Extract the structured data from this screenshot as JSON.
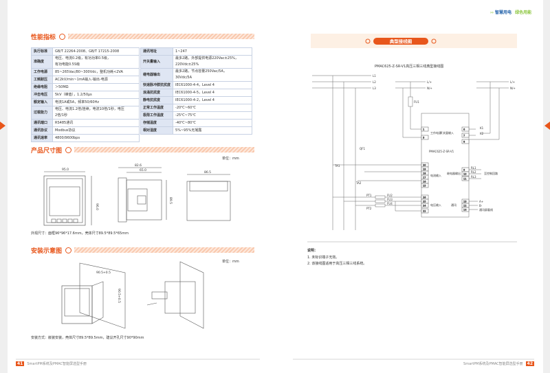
{
  "header": {
    "brand1": "智慧用电",
    "brand2": "绿色用能",
    "chevrons": "››"
  },
  "left": {
    "spec_title": "性能指标",
    "spec_left": [
      {
        "k": "执行标准",
        "v": [
          "GB/T 22264-2008、GB/T 17215-2008"
        ]
      },
      {
        "k": "准确度",
        "v": [
          "电压、电流0.2级，有功功率0.5级，",
          "有功电能0.5S级"
        ]
      },
      {
        "k": "工作电源",
        "v": [
          "85~265Vac/80~300Vdc，整机功耗<2VA"
        ]
      },
      {
        "k": "工频耐压",
        "v": [
          "AC2kV/min~1mA输入-输出-电源"
        ]
      },
      {
        "k": "绝缘电阻",
        "v": [
          "＞50MΩ"
        ]
      },
      {
        "k": "冲击电压",
        "v": [
          "5kV（峰值），1.2/50μs"
        ]
      },
      {
        "k": "额定输入",
        "v": [
          "电流1A或5A，频率50/60Hz"
        ]
      },
      {
        "k": "过载能力",
        "v": [
          "电压、电流1.2倍/连续，电流10倍/1秒，电压",
          "2倍/1秒"
        ]
      },
      {
        "k": "通讯端口",
        "v": [
          "RS485通讯"
        ]
      },
      {
        "k": "通讯协议",
        "v": [
          "Modbus协议"
        ]
      },
      {
        "k": "通讯速率",
        "v": [
          "4800/9600bps"
        ]
      }
    ],
    "spec_right": [
      {
        "k": "通讯地址",
        "v": [
          "1~247"
        ]
      },
      {
        "k": "开关量输入",
        "v": [
          "最多2路，外部提供电源220Vac±25%，",
          "220Vdc±25%"
        ]
      },
      {
        "k": "继电器输出",
        "v": [
          "最多2路，节点容量250Vac/5A，",
          "30Vdc/5A"
        ]
      },
      {
        "k": "快速脉冲群抗扰度",
        "v": [
          "IEC61000-4-4，Level 4"
        ]
      },
      {
        "k": "浪涌抗扰度",
        "v": [
          "IEC61000-4-5，Level 4"
        ]
      },
      {
        "k": "静电抗扰度",
        "v": [
          "IEC61000-4-2，Level 4"
        ]
      },
      {
        "k": "正常工作温度",
        "v": [
          "-20℃~60℃"
        ]
      },
      {
        "k": "极限工作温度",
        "v": [
          "-25℃~75℃"
        ]
      },
      {
        "k": "存储温度",
        "v": [
          "-40℃~80℃"
        ]
      },
      {
        "k": "相对湿度",
        "v": [
          "5%~95%无凝露"
        ]
      }
    ],
    "dim_title": "产品尺寸图",
    "unit": "单位：mm",
    "dims": {
      "front_w": "95.0",
      "front_h": "96.0",
      "side_w1": "82.6",
      "side_w2": "65.0",
      "side_h": "89.5",
      "top_w": "86.5"
    },
    "dim_note": "外观尺寸：面框96*96*17.6mm，壳体尺寸89.5*89.5*65mm",
    "install_title": "安装示意图",
    "install_dims": {
      "w": "90.5+0.5",
      "h": "90.5+0.5"
    },
    "install_note": "安装方式：嵌装安装，壳体尺寸89.5*89.5mm，建议开孔尺寸90*90mm",
    "page_no": "41",
    "footer": "SmartPM系统及PMAC智能屏选型手册"
  },
  "right": {
    "title": "典型接线图",
    "diagram_title": "PMAC625-Z-SR-V1高压三相三线典型接线图",
    "device": "PMAC625-Z-SR-V1",
    "labels": {
      "L1": "L1",
      "L2": "L2",
      "L3": "L3",
      "L": "L/+",
      "N": "N/+",
      "FU1": "FU1",
      "FU2": "FU2",
      "FU3": "FU3",
      "FU4": "FU4",
      "QF1": "QF1",
      "TA1": "TA1",
      "TA2": "TA2",
      "PT1": "PT1",
      "PT2": "PT2",
      "K1": "K1",
      "K2": "K2",
      "RL1": "RL1",
      "RL2": "RL2",
      "RL3": "RL3",
      "A": "A+",
      "B": "B-",
      "shield": "通讯屏蔽线",
      "ctrl": "至控制回路",
      "g_power": "工作电源",
      "g_switch": "开关量输入",
      "g_current": "电流输入",
      "g_voltage": "电压输入",
      "g_relay": "继电器输出",
      "g_comm": "通讯"
    },
    "terminals": {
      "power": [
        "1",
        "3"
      ],
      "switch": [
        "6",
        "7",
        "8"
      ],
      "current": [
        "20",
        "19",
        "18",
        "17",
        "16",
        "15"
      ],
      "voltage": [
        "26",
        "25",
        "24",
        "22"
      ],
      "relay": [
        "9",
        "10",
        "11"
      ],
      "comm": [
        "13",
        "12",
        "14"
      ]
    },
    "notes_title": "说明：",
    "notes": [
      "1. 未标识端子无效。",
      "2. 该接线图适用于高压三相三线系统。"
    ],
    "page_no": "42",
    "footer": "SmartPM系统及PMAC智能屏选型手册"
  },
  "colors": {
    "accent": "#e8561b",
    "brand_blue": "#1f5fa8",
    "brand_green": "#8cc63f",
    "table_key": "#dfe6f3"
  }
}
